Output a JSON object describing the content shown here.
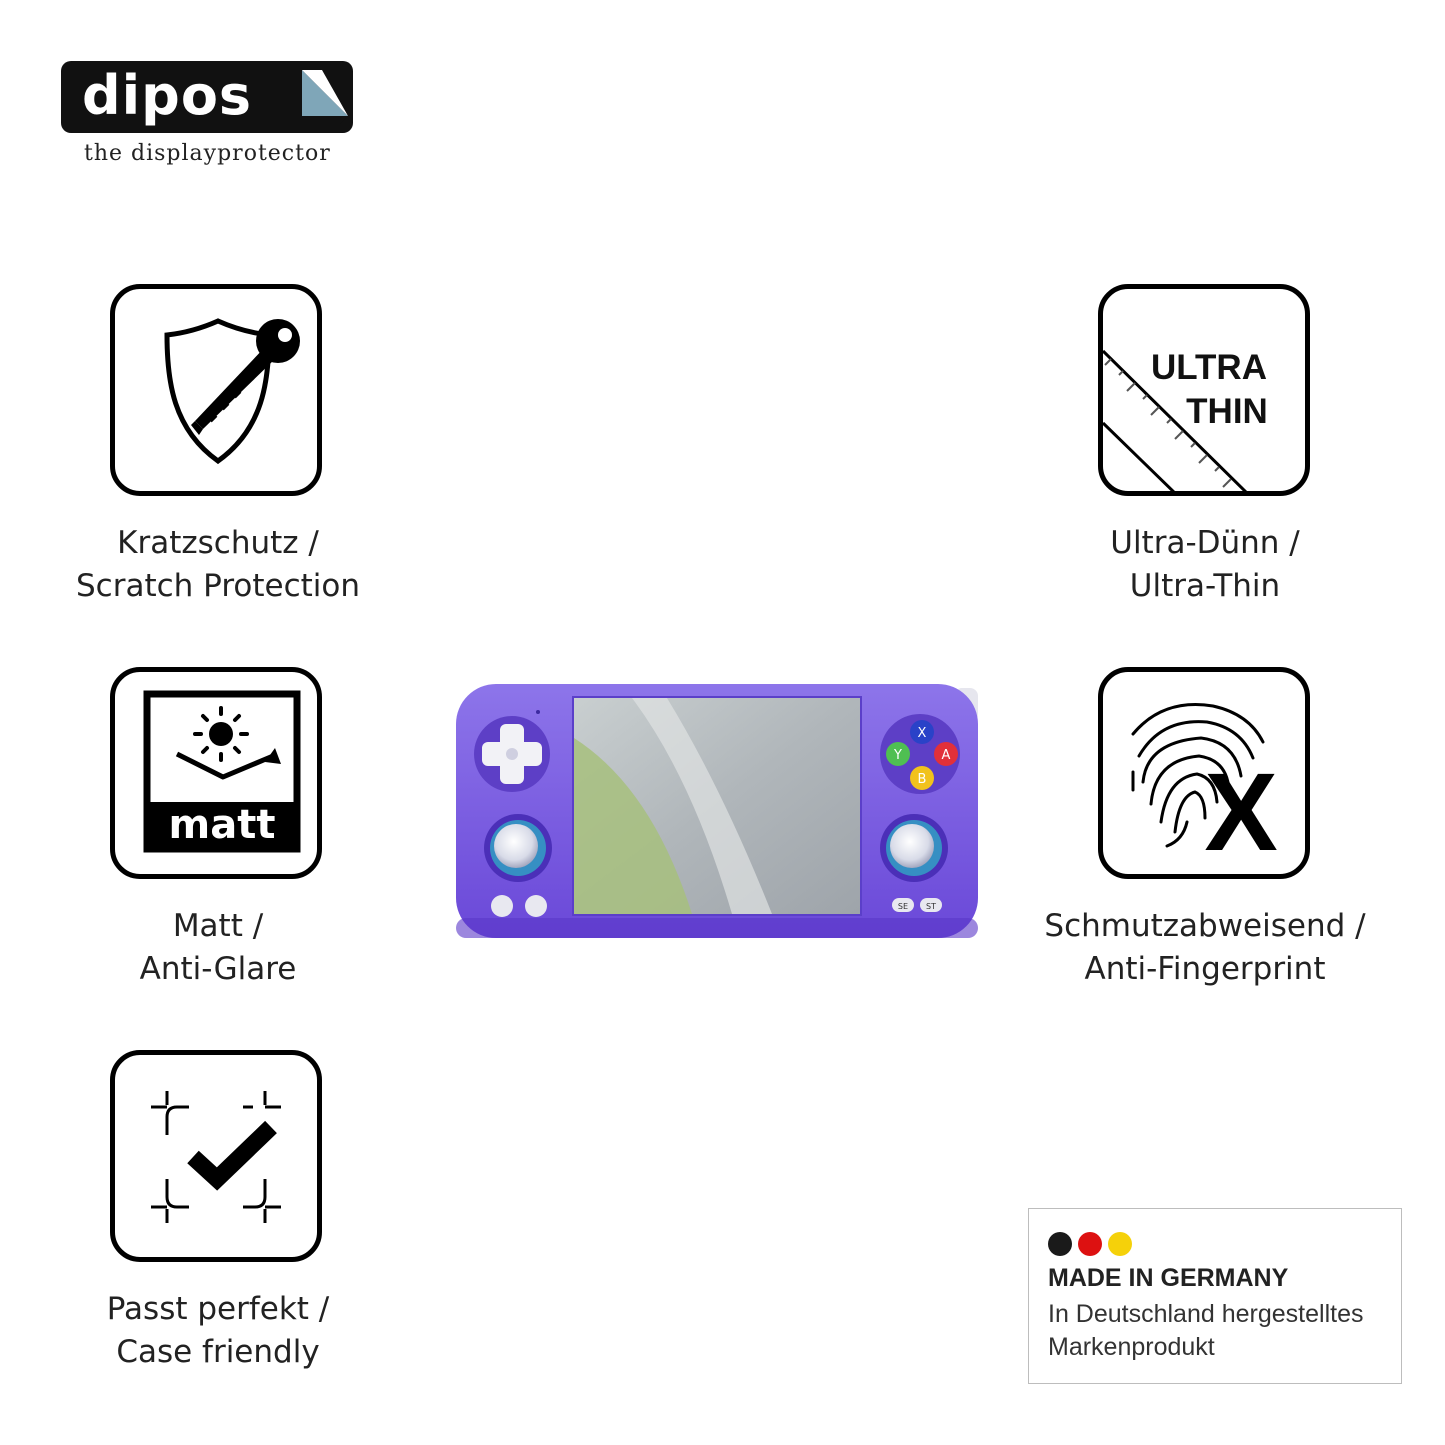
{
  "brand": {
    "name": "dipos",
    "tagline": "the displayprotector"
  },
  "features": [
    {
      "line1": "Kratzschutz /",
      "line2": "Scratch Protection",
      "icon": "shield-key-icon"
    },
    {
      "line1": "Matt /",
      "line2": "Anti-Glare",
      "icon": "matt-sun-icon",
      "icon_text": "matt"
    },
    {
      "line1": "Passt perfekt /",
      "line2": "Case friendly",
      "icon": "fit-check-icon"
    },
    {
      "line1": "Ultra-Dünn /",
      "line2": "Ultra-Thin",
      "icon": "ultra-thin-ruler-icon",
      "icon_text_1": "ULTRA",
      "icon_text_2": "THIN"
    },
    {
      "line1": "Schmutzabweisend /",
      "line2": "Anti-Fingerprint",
      "icon": "fingerprint-x-icon"
    }
  ],
  "device": {
    "color": "#6f4fd6",
    "buttons": {
      "x": "X",
      "y": "Y",
      "a": "A",
      "b": "B",
      "se": "SE",
      "st": "ST"
    }
  },
  "made_in": {
    "title": "MADE IN GERMANY",
    "subtitle_1": "In Deutschland hergestelltes",
    "subtitle_2": "Markenprodukt",
    "flag_colors": [
      "#1a1a1a",
      "#dd1111",
      "#f5d10a"
    ]
  }
}
